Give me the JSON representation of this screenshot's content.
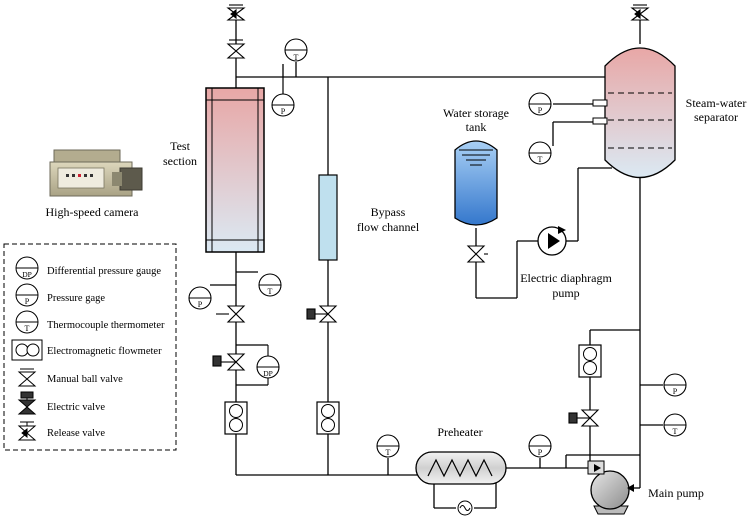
{
  "labels": {
    "test_section": [
      "Test",
      "section"
    ],
    "camera": "High-speed camera",
    "bypass": [
      "Bypass",
      "flow channel"
    ],
    "water_tank": [
      "Water storage",
      "tank"
    ],
    "separator": [
      "Steam-water",
      "separator"
    ],
    "diaphragm_pump": [
      "Electric diaphragm",
      "pump"
    ],
    "preheater": "Preheater",
    "main_pump": "Main pump"
  },
  "symbols": {
    "dp": "DP",
    "p": "P",
    "t": "T"
  },
  "legend": [
    {
      "symbol": "dp-gauge",
      "label": "Differential pressure gauge"
    },
    {
      "symbol": "pressure-gauge",
      "label": "Pressure gage"
    },
    {
      "symbol": "thermocouple",
      "label": "Thermocouple thermometer"
    },
    {
      "symbol": "flowmeter",
      "label": "Electromagnetic flowmeter"
    },
    {
      "symbol": "ball-valve",
      "label": "Manual ball valve"
    },
    {
      "symbol": "electric-valve",
      "label": "Electric valve"
    },
    {
      "symbol": "release-valve",
      "label": "Release valve"
    }
  ],
  "colors": {
    "line": "#000000",
    "hot": "#e8a7a6",
    "cold": "#dbe9f3",
    "bypass_fill": "#bfe0ee",
    "tank_top": "#9cc8f2",
    "tank_bottom": "#3b7fd0",
    "camera_body": "#c9c2a3",
    "camera_dark": "#6d6a5a",
    "heater": "#dcdcdc"
  }
}
